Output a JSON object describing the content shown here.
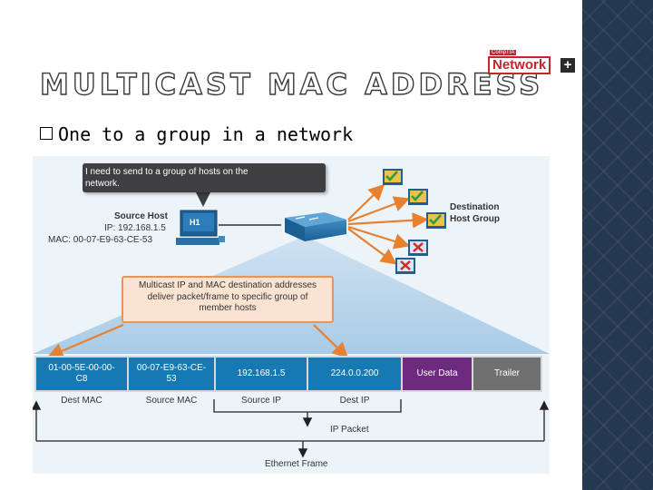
{
  "slide": {
    "title": "MULTICAST MAC ADDRESS",
    "bullet": "One to a group in a network"
  },
  "logo": {
    "cert_text": "CompTIA",
    "word": "Network",
    "plus": "+"
  },
  "diagram": {
    "bubble_text": "I need to send to a group of hosts on the\nnetwork.",
    "source_host": {
      "title": "Source Host",
      "ip": "IP: 192.168.1.5",
      "mac": "MAC: 00-07-E9-63-CE-53",
      "pc_label": "H1"
    },
    "destination_group": {
      "line1": "Destination",
      "line2": "Host Group"
    },
    "callout_text": "Multicast IP and MAC destination addresses\ndeliver packet/frame to specific group of\nmember hosts",
    "frame_fields": [
      {
        "value": "01-00-5E-00-00-\nC8",
        "label": "Dest MAC",
        "color": "#1679b3"
      },
      {
        "value": "00-07-E9-63-CE-\n53",
        "label": "Source MAC",
        "color": "#1679b3"
      },
      {
        "value": "192.168.1.5",
        "label": "Source IP",
        "color": "#1679b3"
      },
      {
        "value": "224.0.0.200",
        "label": "Dest IP",
        "color": "#1679b3"
      },
      {
        "value": "User Data",
        "label": "",
        "color": "#6d2a7e"
      },
      {
        "value": "Trailer",
        "label": "",
        "color": "#707070"
      }
    ],
    "ip_packet_label": "IP Packet",
    "ethernet_frame_label": "Ethernet Frame",
    "colors": {
      "accent_orange": "#e8812f",
      "frame_blue": "#1679b3",
      "user_data_purple": "#6d2a7e",
      "trailer_gray": "#707070"
    }
  }
}
